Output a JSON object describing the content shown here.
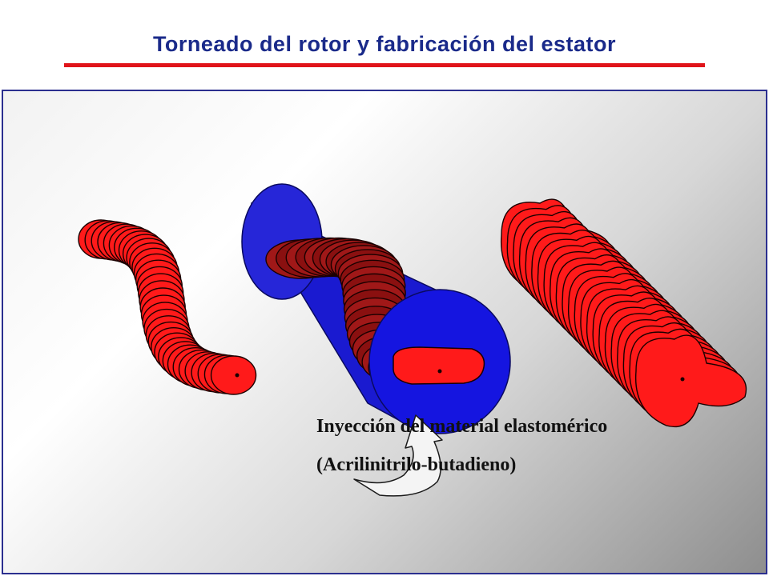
{
  "slide": {
    "title": "Torneado del rotor  y fabricación del estator",
    "caption_line1": "Inyección del material elastomérico",
    "caption_line2": "(Acrilinitrilo-butadieno)"
  },
  "colors": {
    "title": "#1a2a8a",
    "underline": "#e0141a",
    "rotor_red": "#ff1a1a",
    "rotor_dark": "#8a1010",
    "stator_blue": "#1a1ad0",
    "panel_border": "#2b2f8f"
  },
  "icons": {
    "arrow": "curved-arrow-icon"
  }
}
